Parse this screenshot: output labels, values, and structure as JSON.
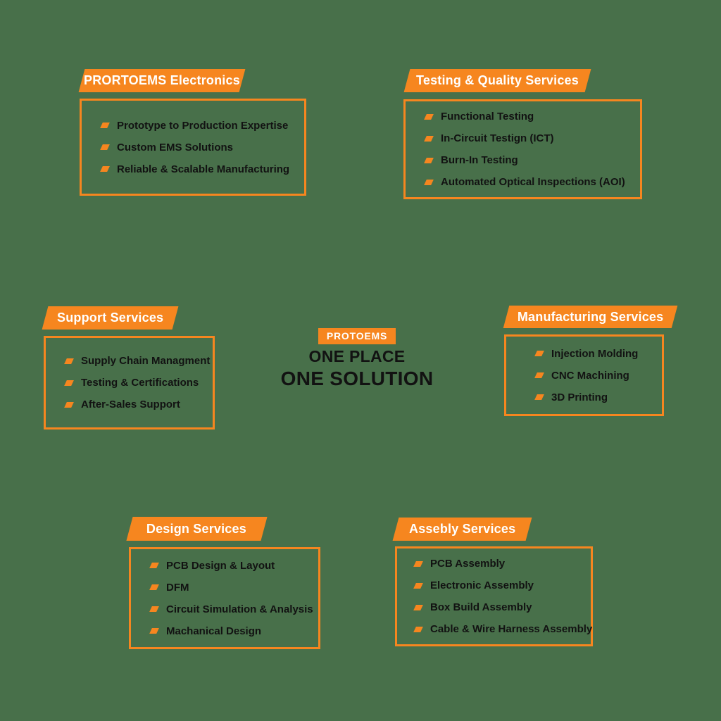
{
  "colors": {
    "background": "#48704A",
    "accent_orange": "#F6861F",
    "banner_text": "#FFFFFF",
    "item_text": "#121212"
  },
  "center": {
    "badge": "PROTOEMS",
    "line1": "ONE PLACE",
    "line2": "ONE SOLUTION"
  },
  "boxes": [
    {
      "title": "PRORTOEMS Electronics",
      "items": [
        "Prototype to Production Expertise",
        "Custom EMS Solutions",
        "Reliable & Scalable Manufacturing"
      ]
    },
    {
      "title": "Testing & Quality Services",
      "items": [
        "Functional Testing",
        "In-Circuit Testign (ICT)",
        "Burn-In Testing",
        "Automated Optical Inspections (AOI)"
      ]
    },
    {
      "title": "Support Services",
      "items": [
        "Supply Chain Managment",
        "Testing & Certifications",
        "After-Sales Support"
      ]
    },
    {
      "title": "Manufacturing Services",
      "items": [
        "Injection Molding",
        "CNC Machining",
        "3D Printing"
      ]
    },
    {
      "title": "Design Services",
      "items": [
        "PCB Design & Layout",
        "DFM",
        "Circuit Simulation & Analysis",
        "Machanical Design"
      ]
    },
    {
      "title": "Assebly Services",
      "items": [
        "PCB Assembly",
        "Electronic Assembly",
        "Box Build Assembly",
        "Cable & Wire Harness Assembly"
      ]
    }
  ]
}
